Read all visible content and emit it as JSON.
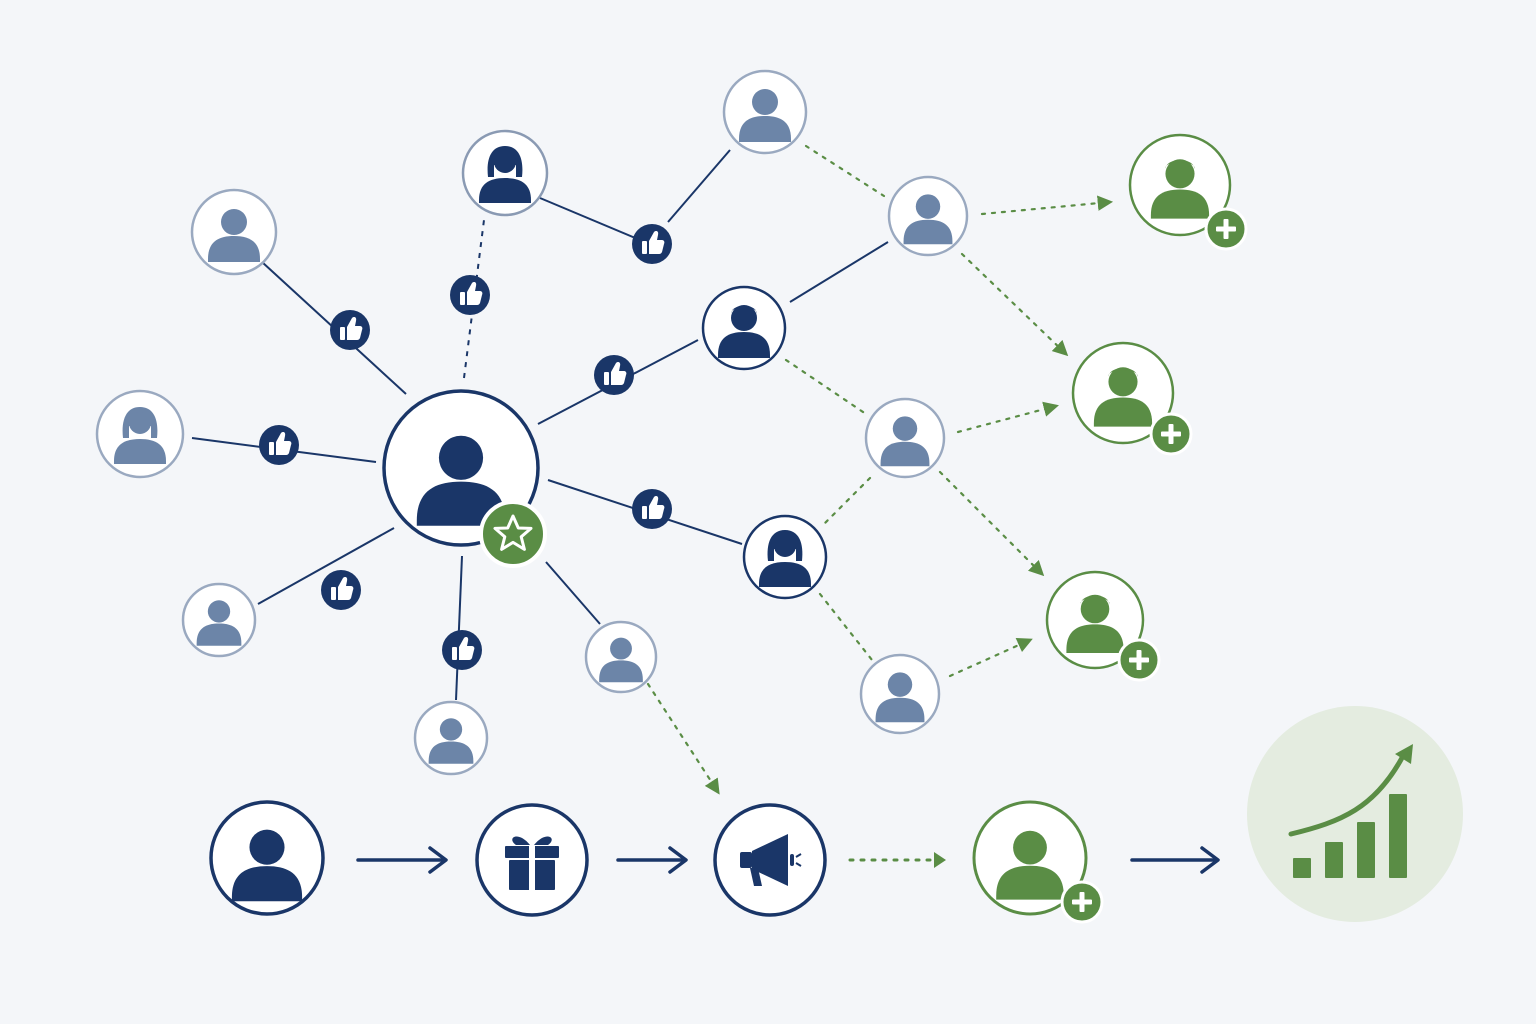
{
  "colors": {
    "background": "#f4f6f9",
    "navy": "#1a3668",
    "muted_blue": "#6c85a8",
    "muted_ring": "#9aa9c0",
    "green": "#5a8d45",
    "green_soft": "#e4ece0",
    "white": "#ffffff"
  },
  "diagram": {
    "center_person": {
      "icon": "person-icon",
      "badge": "star-icon",
      "style": "navy-large"
    },
    "connected_people": [
      {
        "id": "p-left-top",
        "icon": "person-icon",
        "style": "muted"
      },
      {
        "id": "p-left-mid",
        "icon": "person-female-icon",
        "style": "muted"
      },
      {
        "id": "p-left-low",
        "icon": "person-icon",
        "style": "muted"
      },
      {
        "id": "p-bottom",
        "icon": "person-icon",
        "style": "muted"
      },
      {
        "id": "p-bottom-right",
        "icon": "person-icon",
        "style": "muted"
      },
      {
        "id": "p-top-female",
        "icon": "person-female-icon",
        "style": "navy"
      },
      {
        "id": "p-top",
        "icon": "person-icon",
        "style": "muted"
      },
      {
        "id": "p-mid-male",
        "icon": "person-male-icon",
        "style": "navy"
      },
      {
        "id": "p-mid-female",
        "icon": "person-female-icon",
        "style": "navy"
      },
      {
        "id": "p-relay-1",
        "icon": "person-icon",
        "style": "muted"
      },
      {
        "id": "p-relay-2",
        "icon": "person-icon",
        "style": "muted"
      },
      {
        "id": "p-relay-3",
        "icon": "person-icon",
        "style": "muted"
      }
    ],
    "like_icon": "thumbs-up-icon",
    "new_customers": [
      {
        "id": "n1",
        "icon": "person-add-icon",
        "badge": "plus-icon"
      },
      {
        "id": "n2",
        "icon": "person-add-icon",
        "badge": "plus-icon"
      },
      {
        "id": "n3",
        "icon": "person-add-icon",
        "badge": "plus-icon"
      }
    ]
  },
  "flow": {
    "steps": [
      {
        "icon": "person-icon",
        "name": "customer"
      },
      {
        "icon": "gift-icon",
        "name": "reward"
      },
      {
        "icon": "megaphone-icon",
        "name": "share"
      },
      {
        "icon": "person-add-icon",
        "name": "new-customer"
      },
      {
        "icon": "growth-chart-icon",
        "name": "growth"
      }
    ],
    "connectors": [
      "solid-arrow",
      "solid-arrow",
      "dotted-arrow",
      "solid-arrow"
    ]
  }
}
